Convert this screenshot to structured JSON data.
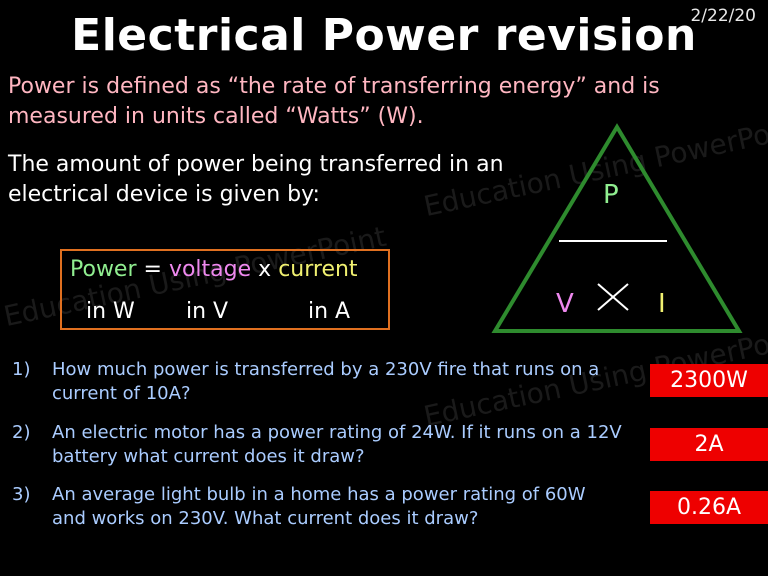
{
  "slide": {
    "date": "2/22/20",
    "title": "Electrical Power revision",
    "intro": "Power is defined as “the rate of transferring energy” and is measured in units called “Watts” (W).",
    "amount": "The amount of power being transferred in an electrical device is given by:"
  },
  "formula": {
    "power": "Power",
    "equals": "=",
    "voltage": "voltage",
    "times": "x",
    "current": "current",
    "unit_power": "in W",
    "unit_voltage": "in V",
    "unit_current": "in A"
  },
  "triangle": {
    "top": "P",
    "left": "V",
    "right": "I"
  },
  "questions": [
    {
      "number": "1)",
      "text": "How much power is transferred by a 230V fire that runs on a current of 10A?",
      "answer": "2300W"
    },
    {
      "number": "2)",
      "text": "An electric motor has a power rating of 24W.  If it runs on a 12V battery what current does it draw?",
      "answer": "2A"
    },
    {
      "number": "3)",
      "text": "An average light bulb in a home has a power rating of 60W and works on 230V.  What current does it draw?",
      "answer": "0.26A"
    }
  ],
  "colors": {
    "background": "#000000",
    "intro_text": "#ffb6c1",
    "questions_text": "#aaccff",
    "triangle_line": "#2e8b2e",
    "formula_border": "#e07020",
    "answer_box": "#ee0000",
    "green_text": "#90ee90",
    "violet_text": "#ee88ee",
    "yellow_text": "#f0f070"
  },
  "watermark": "Education Using PowerPoint"
}
